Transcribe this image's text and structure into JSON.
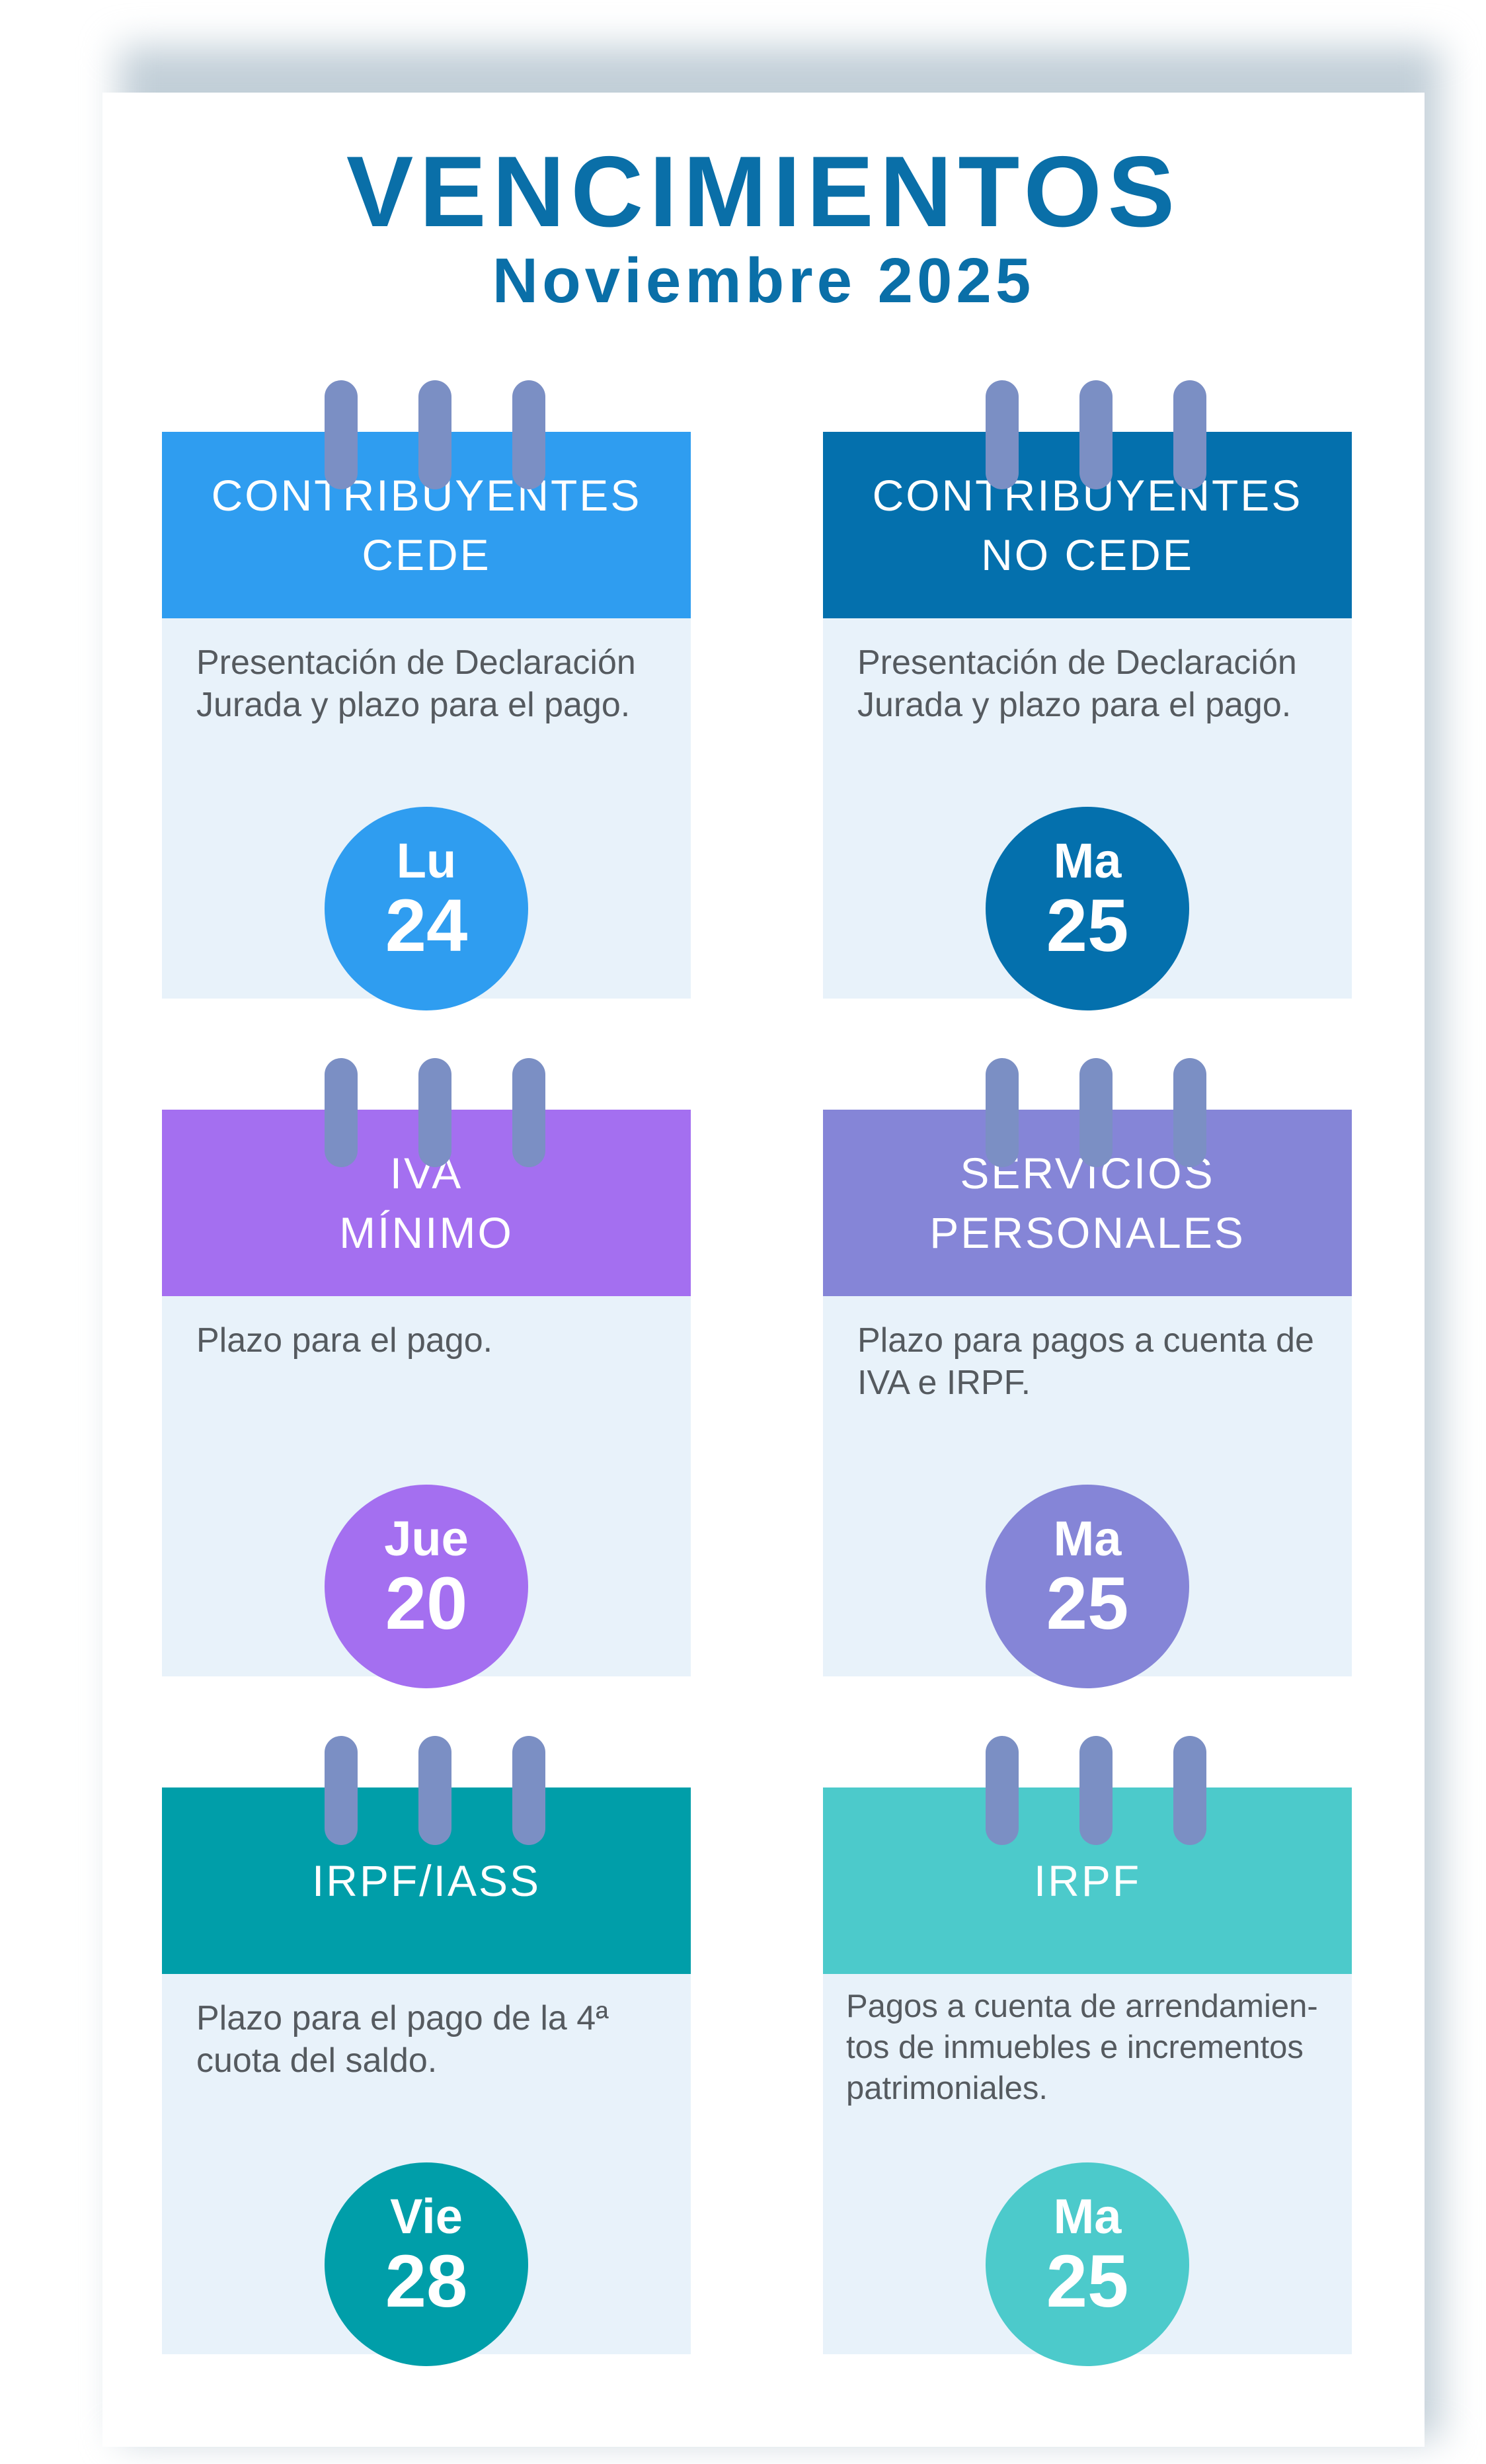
{
  "header": {
    "title": "VENCIMIENTOS",
    "subtitle": "Noviembre 2025"
  },
  "cards": [
    {
      "title_line1": "CONTRIBUYENTES",
      "title_line2": "CEDE",
      "description": "Presentación de Declaración Jurada y plazo para el pago.",
      "day": "Lu",
      "date": "24",
      "color": "#2f9df0"
    },
    {
      "title_line1": "CONTRIBUYENTES",
      "title_line2": "NO CEDE",
      "description": "Presentación de Declaración Jurada y plazo para el pago.",
      "day": "Ma",
      "date": "25",
      "color": "#0470ad"
    },
    {
      "title_line1": "IVA",
      "title_line2": "MÍNIMO",
      "description": "Plazo para el pago.",
      "day": "Jue",
      "date": "20",
      "color": "#a46ff0"
    },
    {
      "title_line1": "SERVICIOS",
      "title_line2": "PERSONALES",
      "description": "Plazo para pagos a cuenta de IVA e IRPF.",
      "day": "Ma",
      "date": "25",
      "color": "#8585d7"
    },
    {
      "title_line1": "IRPF/IASS",
      "title_line2": "",
      "description": "Plazo para el pago de la 4ª cuota del saldo.",
      "day": "Vie",
      "date": "28",
      "color": "#009ea9"
    },
    {
      "title_line1": "IRPF",
      "title_line2": "",
      "description": "Pagos a cuenta de arrendamien-tos de inmuebles e incrementos patrimoniales.",
      "day": "Ma",
      "date": "25",
      "color": "#4ccacb"
    }
  ],
  "colors": {
    "title": "#0a6fa8",
    "card_body": "#e8f2fa",
    "ring": "#7b8fc4",
    "text": "#555a5f"
  }
}
